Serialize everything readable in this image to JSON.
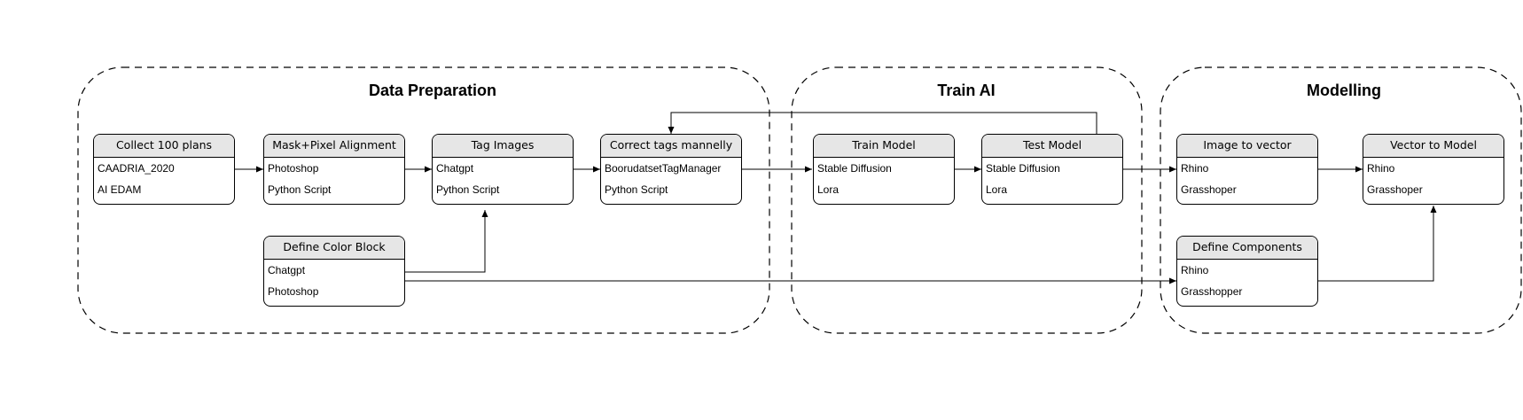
{
  "groups": {
    "data_prep": {
      "title": "Data Preparation"
    },
    "train_ai": {
      "title": "Train AI"
    },
    "modelling": {
      "title": "Modelling"
    }
  },
  "nodes": {
    "collect": {
      "title": "Collect 100 plans",
      "items": [
        "CAADRIA_2020",
        "AI EDAM"
      ]
    },
    "mask": {
      "title": "Mask+Pixel Alignment",
      "items": [
        "Photoshop",
        "Python Script"
      ]
    },
    "tag": {
      "title": "Tag Images",
      "items": [
        "Chatgpt",
        "Python Script"
      ]
    },
    "correct": {
      "title": "Correct tags mannelly",
      "items": [
        "BoorudatsetTagManager",
        "Python Script"
      ]
    },
    "color": {
      "title": "Define Color Block",
      "items": [
        "Chatgpt",
        "Photoshop"
      ]
    },
    "train": {
      "title": "Train Model",
      "items": [
        "Stable Diffusion",
        "Lora"
      ]
    },
    "test": {
      "title": "Test Model",
      "items": [
        "Stable Diffusion",
        "Lora"
      ]
    },
    "img2vec": {
      "title": "Image to vector",
      "items": [
        "Rhino",
        "Grasshoper"
      ]
    },
    "vec2model": {
      "title": "Vector to Model",
      "items": [
        "Rhino",
        "Grasshoper"
      ]
    },
    "components": {
      "title": "Define Components",
      "items": [
        "Rhino",
        "Grasshopper"
      ]
    }
  },
  "colors": {
    "stroke": "#000000",
    "header_fill": "#e6e6e6",
    "background": "#ffffff"
  }
}
